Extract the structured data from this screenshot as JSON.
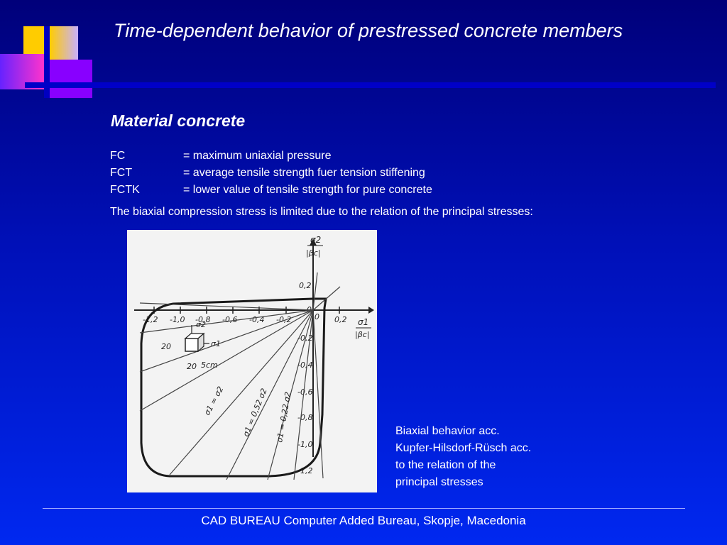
{
  "slide": {
    "title": "Time-dependent behavior of prestressed concrete members",
    "subtitle": "Material concrete",
    "definitions": [
      {
        "key": "FC",
        "value": "= maximum uniaxial pressure"
      },
      {
        "key": "FCT",
        "value": "= average tensile strength fuer tension stiffening"
      },
      {
        "key": "FCTK",
        "value": "= lower value of tensile strength for pure concrete"
      }
    ],
    "note": "The biaxial compression stress is limited due to the relation of the principal stresses:",
    "caption_lines": [
      "Biaxial behavior acc.",
      "Kupfer-Hilsdorf-Rüsch acc.",
      "to the relation of the",
      "principal stresses"
    ],
    "footer": "CAD BUREAU Computer Added Bureau, Skopje, Macedonia"
  },
  "figure": {
    "x_ticks": [
      "-1,2",
      "-1,0",
      "-0,8",
      "-0,6",
      "-0,4",
      "-0,2",
      "0",
      "0,2"
    ],
    "y_ticks": [
      "0,2",
      "0",
      "-0,2",
      "-0,4",
      "-0,6",
      "-0,8",
      "-1,0",
      "-1,2"
    ],
    "y_axis_label": "σ2",
    "y_axis_denominator": "|βc|",
    "x_axis_label": "σ1",
    "x_axis_denominator": "|βc|",
    "ray_labels": [
      "σ1 = σ2",
      "σ1 = 0,52 σ2",
      "σ1 = 0,22 σ2"
    ],
    "specimen_dims": [
      "20",
      "20",
      "5cm"
    ],
    "specimen_labels": [
      "σ2",
      "σ1"
    ]
  },
  "colors": {
    "bg_top": "#00007a",
    "bg_bottom": "#0028f0",
    "logo_yellow": "#ffcc00",
    "logo_magenta": "#ff33cc",
    "logo_purple": "#8800ff"
  }
}
